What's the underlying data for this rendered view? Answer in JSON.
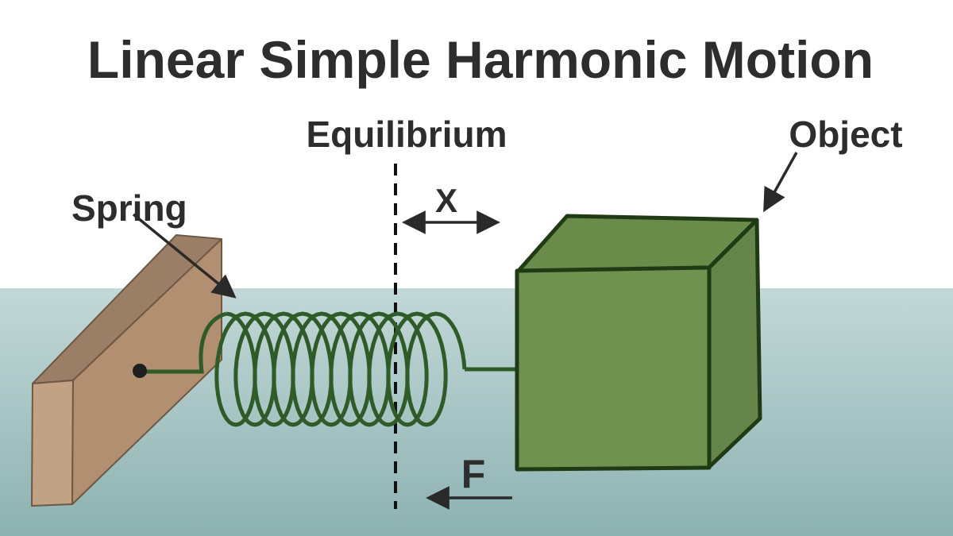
{
  "diagram": {
    "title": "Linear Simple Harmonic Motion",
    "labels": {
      "spring": "Spring",
      "equilibrium": "Equilibrium",
      "object": "Object",
      "displacement": "X",
      "force": "F"
    }
  },
  "colors": {
    "sky": "#ffffff",
    "floor_top": "#c3d8d8",
    "floor_bottom": "#8cb2b1",
    "title_text": "#2d2d2d",
    "label_text": "#2d2d2d",
    "wood_front": "#b28f70",
    "wood_top": "#9b7e66",
    "wood_end": "#c2a284",
    "wood_outline": "#6e5844",
    "spring_wire": "#2f5b29",
    "anchor_dot": "#1f1f1f",
    "cube_front": "#70924f",
    "cube_top": "#6a8b4a",
    "cube_side": "#65854a",
    "cube_outline": "#1f3a14",
    "arrow": "#2a2a2a",
    "equilibrium_line": "#111111"
  }
}
